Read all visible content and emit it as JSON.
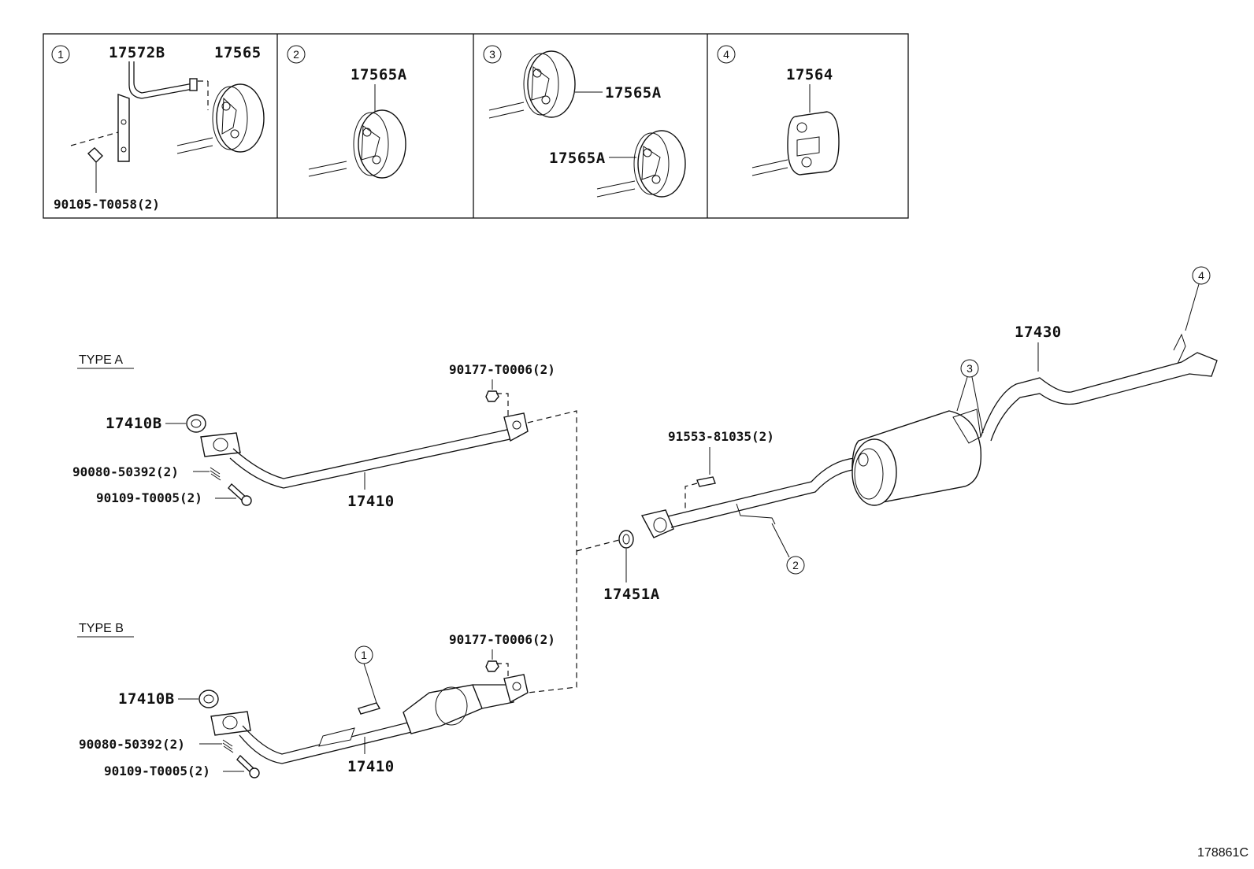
{
  "diagram_id": "178861C",
  "detail_panels": [
    {
      "callout": "1",
      "parts": [
        "17572B",
        "17565"
      ],
      "bolt": "90105-T0058(2)"
    },
    {
      "callout": "2",
      "parts": [
        "17565A"
      ]
    },
    {
      "callout": "3",
      "parts": [
        "17565A",
        "17565A"
      ]
    },
    {
      "callout": "4",
      "parts": [
        "17564"
      ]
    }
  ],
  "type_a": {
    "label": "TYPE A",
    "nut": "90177-T0006(2)",
    "gasket": "17410B",
    "spring": "90080-50392(2)",
    "bolt": "90109-T0005(2)",
    "pipe": "17410"
  },
  "type_b": {
    "label": "TYPE B",
    "callout": "1",
    "nut": "90177-T0006(2)",
    "gasket": "17410B",
    "spring": "90080-50392(2)",
    "bolt": "90109-T0005(2)",
    "pipe": "17410"
  },
  "rear": {
    "gasket": "17451A",
    "bolt": "91553-81035(2)",
    "callout_2": "2",
    "callout_3": "3",
    "callout_4": "4",
    "tail_pipe": "17430"
  }
}
